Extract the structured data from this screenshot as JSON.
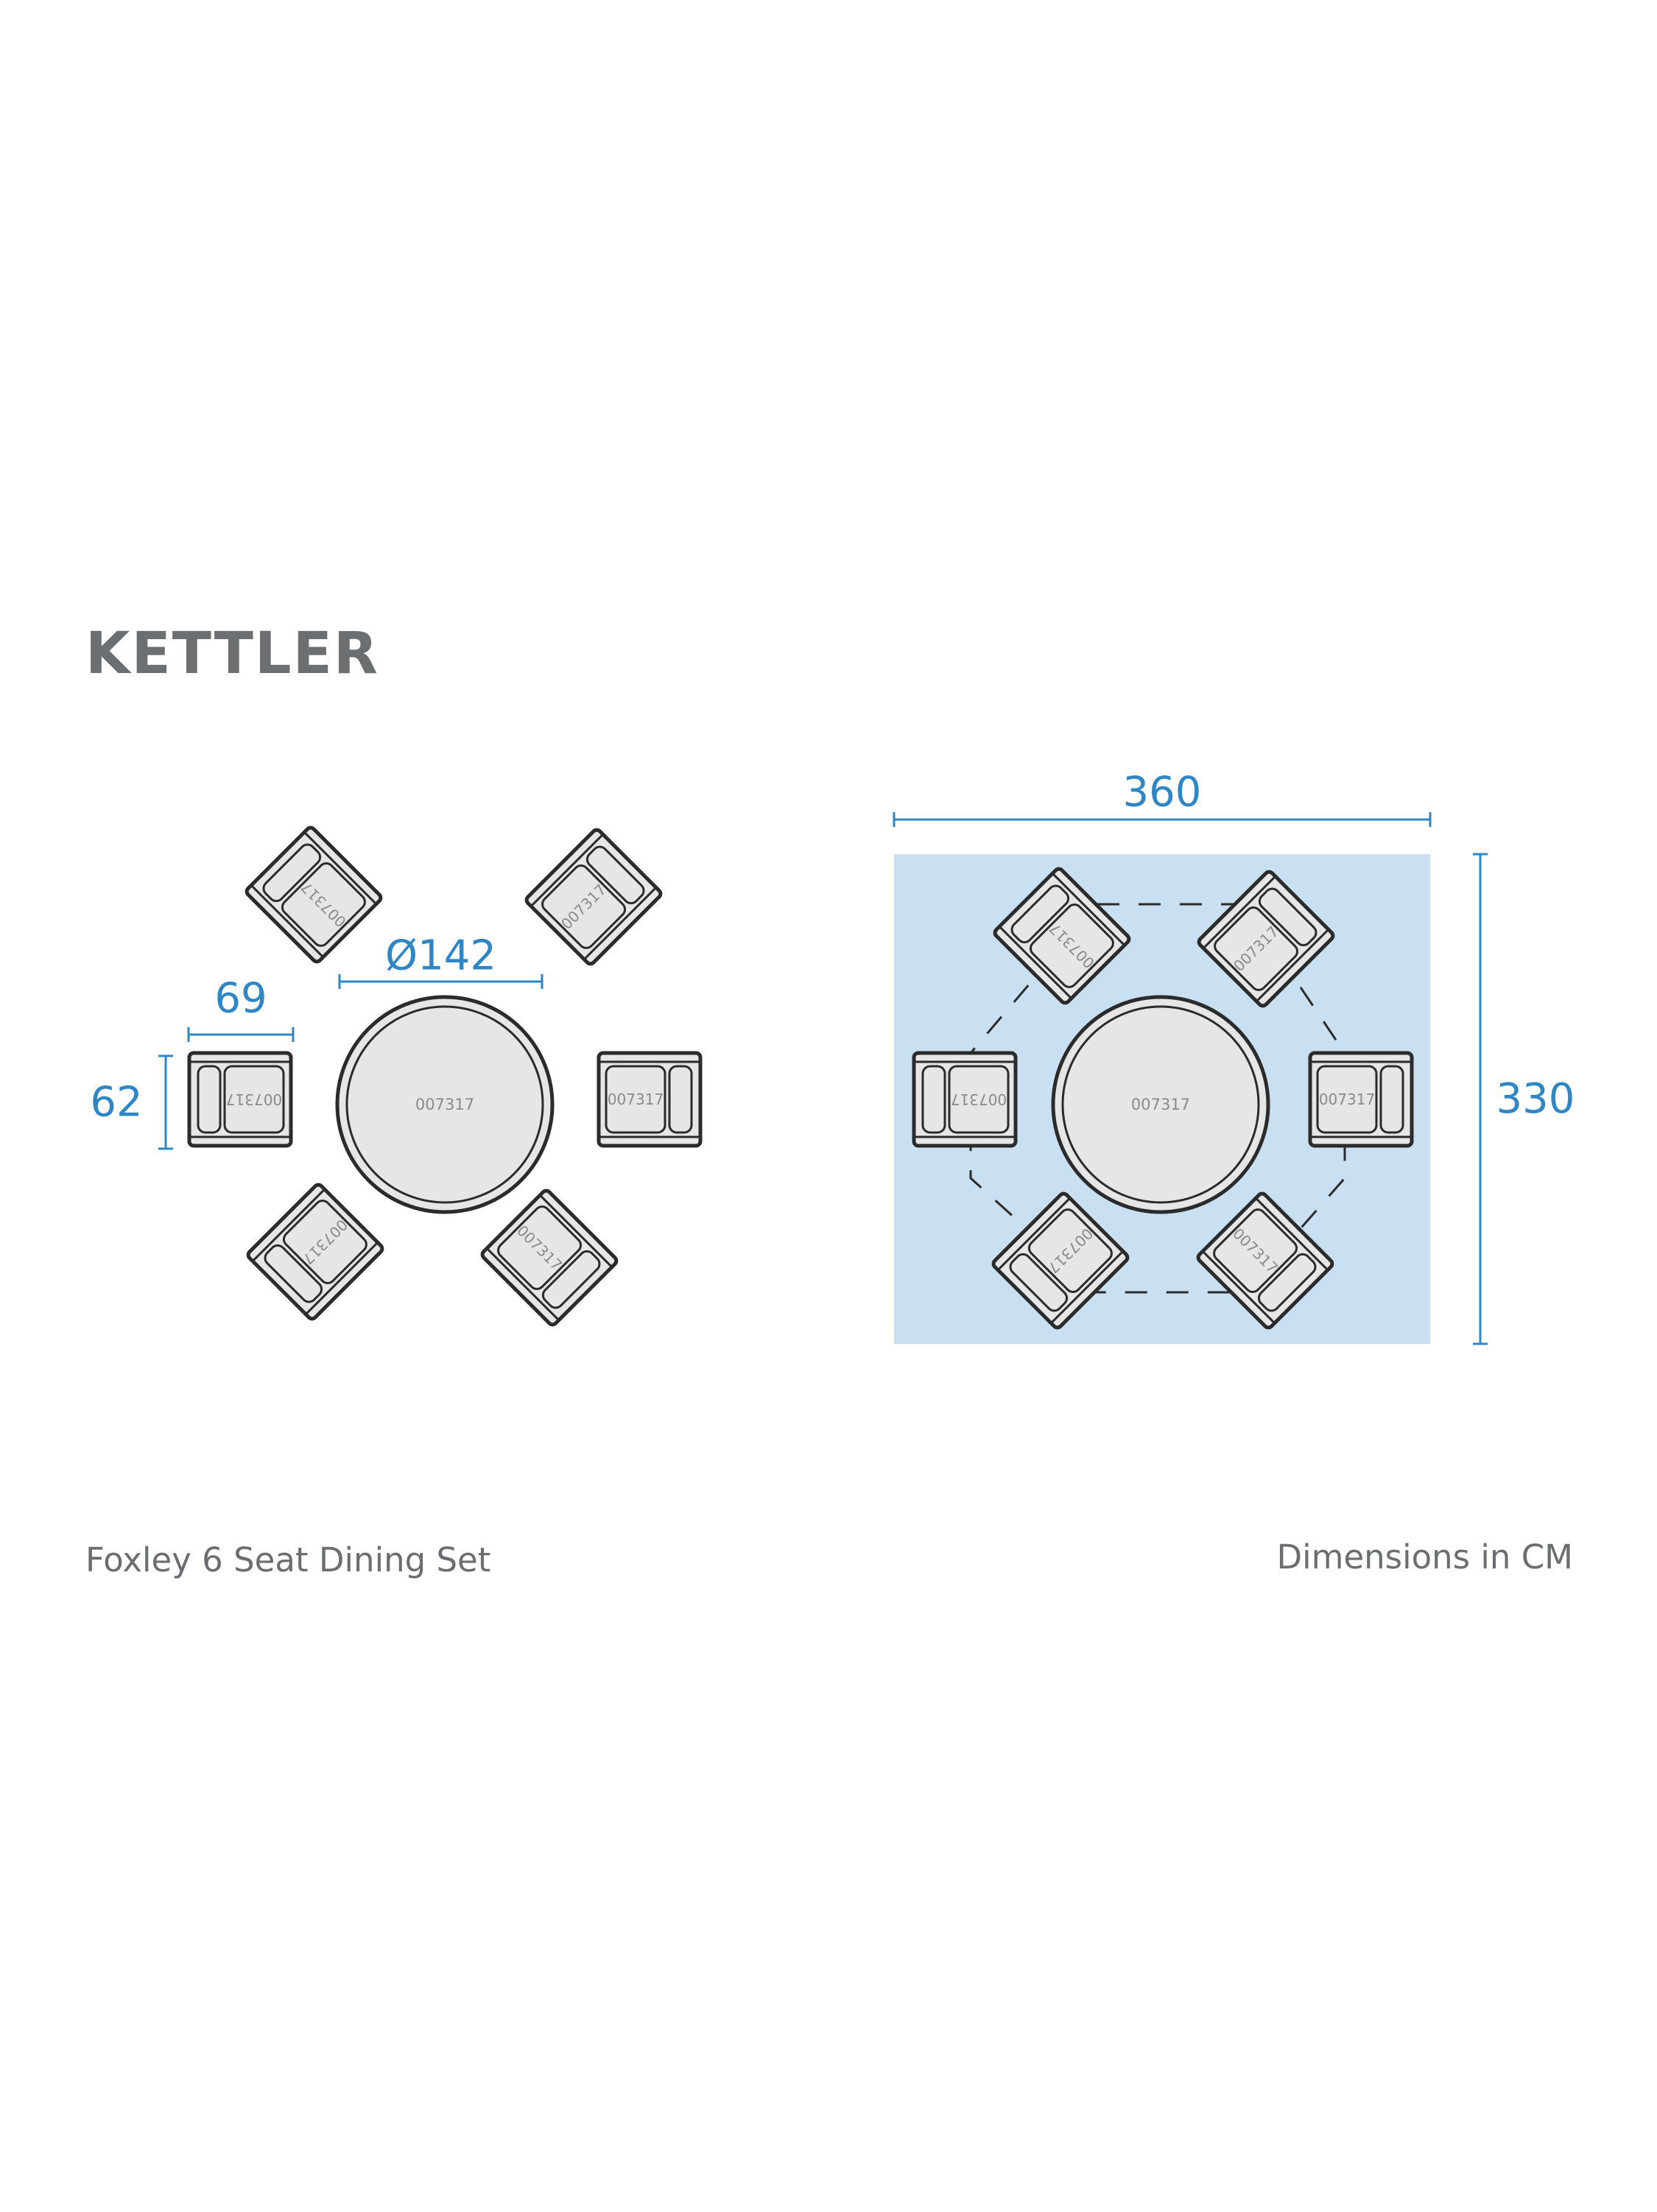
{
  "brand": {
    "logo_text": "KETTLER"
  },
  "product": {
    "name": "Foxley 6 Seat Dining Set"
  },
  "units_note": "Dimensions in CM",
  "item_code": "007317",
  "dimensions": {
    "chair_width": "69",
    "chair_depth": "62",
    "table_diameter": "Ø142",
    "footprint_width": "360",
    "footprint_depth": "330"
  },
  "colors": {
    "accent": "#2f86c4",
    "footprint_fill": "#c8e0f1",
    "outline": "#2b2b2b",
    "furniture_fill": "#e6e6e6",
    "logo": "#6b6f72",
    "code_text": "#8a8a8a"
  }
}
